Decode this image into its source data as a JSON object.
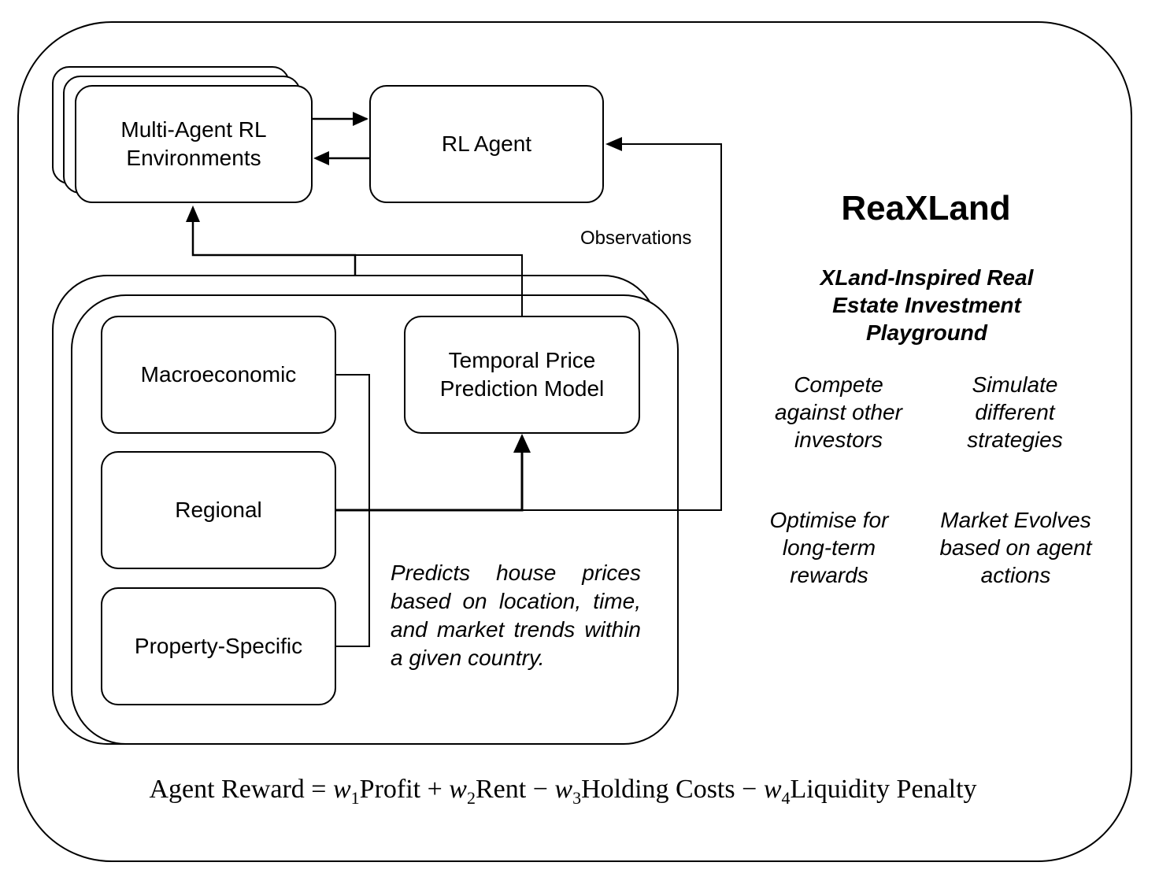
{
  "app_title": "ReaXLand",
  "subtitle": "XLand-Inspired Real\nEstate Investment\nPlayground",
  "features": [
    "Compete\nagainst other\ninvestors",
    "Simulate\ndifferent\nstrategies",
    "Optimise for\nlong-term\nrewards",
    "Market Evolves\nbased on agent\nactions"
  ],
  "nodes": {
    "environments": "Multi-Agent RL\nEnvironments",
    "agent": "RL Agent",
    "macro": "Macroeconomic",
    "regional": "Regional",
    "property": "Property-Specific",
    "model": "Temporal Price\nPrediction Model"
  },
  "edge_labels": {
    "observations": "Observations"
  },
  "model_description": "Predicts house prices based on location, time, and market trends within a given country.",
  "reward_formula": {
    "lhs": "Agent Reward",
    "terms": [
      {
        "op": "=",
        "w": "w",
        "sub": "1",
        "name": "Profit"
      },
      {
        "op": "+",
        "w": "w",
        "sub": "2",
        "name": "Rent"
      },
      {
        "op": "−",
        "w": "w",
        "sub": "3",
        "name": "Holding Costs"
      },
      {
        "op": "−",
        "w": "w",
        "sub": "4",
        "name": "Liquidity Penalty"
      }
    ]
  }
}
